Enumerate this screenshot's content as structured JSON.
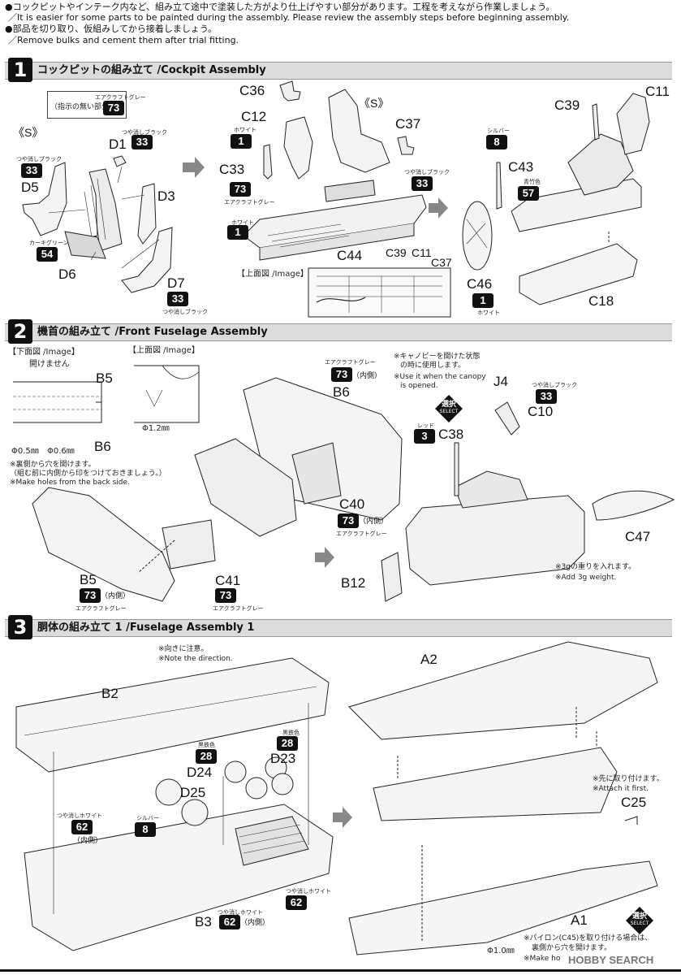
{
  "intro": {
    "line1": "●コックピットやインテーク内など、組み立て途中で塗装した方がより仕上げやすい部分があります。工程を考えながら作業しましょう。",
    "line2": "／It is easier for some parts to be painted during the assembly. Please review the assembly steps before beginning assembly.",
    "line3": "●部品を切り取り、仮組みしてから接着しましょう。",
    "line4": "／Remove bulks and cement them after trial fitting."
  },
  "steps": [
    {
      "num": "1",
      "title": "コックピットの組み立て /Cockpit Assembly"
    },
    {
      "num": "2",
      "title": "機首の組み立て /Front Fuselage Assembly"
    },
    {
      "num": "3",
      "title": "胴体の組み立て 1 /Fuselage Assembly 1"
    }
  ],
  "step1": {
    "default_color_caption": "エアクラフトグレー",
    "default_color_note": "（指示の無い部分）",
    "default_color_code": "73",
    "s_mark_left": "《S》",
    "s_mark_mid": "《S》",
    "parts": {
      "D1": "D1",
      "D3": "D3",
      "D5": "D5",
      "D6": "D6",
      "D7": "D7",
      "C36": "C36",
      "C12": "C12",
      "C33": "C33",
      "C37": "C37",
      "C44": "C44",
      "C39": "C39",
      "C11": "C11",
      "C43": "C43",
      "C46": "C46",
      "C18": "C18",
      "C39b": "C39",
      "C11b": "C11",
      "C37b": "C37"
    },
    "colors": {
      "d1_caption": "つや消しブラック",
      "d1_code": "33",
      "d5_caption": "つや消しブラック",
      "d5_code": "33",
      "d6_caption": "カーキグリーン",
      "d6_code": "54",
      "d7_caption": "つや消しブラック",
      "d7_code": "33",
      "c12_caption": "ホワイト",
      "c12_code": "1",
      "c33_caption": "エアクラフトグレー",
      "c33_code": "73",
      "c44_caption": "ホワイト",
      "c44_code": "1",
      "c37_caption": "つや消しブラック",
      "c37_code": "33",
      "c43_caption": "シルバー",
      "c43_code": "8",
      "c43b_caption": "青竹色",
      "c43b_code": "57",
      "c46_caption": "ホワイト",
      "c46_code": "1"
    },
    "image_label": "【上面図 /Image】"
  },
  "step2": {
    "bottom_view": "【下面図 /Image】",
    "no_open": "開けません",
    "top_view": "【上面図 /Image】",
    "hole1": "Φ0.5㎜",
    "hole2": "Φ0.6㎜",
    "hole3": "Φ1.2㎜",
    "note_jp1": "※裏側から穴を開けます。",
    "note_jp2": "（組む前に内側から印をつけておきましょう。）",
    "note_en": "※Make holes from the back side.",
    "canopy_jp1": "※キャノピーを開けた状態",
    "canopy_jp2": "の時に使用します。",
    "canopy_en1": "※Use it when the canopy",
    "canopy_en2": "is opened.",
    "select": "選択",
    "select_en": "SELECT",
    "weight_jp": "※3gの重りを入れます。",
    "weight_en": "※Add 3g weight.",
    "parts": {
      "B5a": "B5",
      "B6a": "B6",
      "B6": "B6",
      "J4": "J4",
      "C10": "C10",
      "C38": "C38",
      "C40": "C40",
      "B5": "B5",
      "C41": "C41",
      "B12": "B12",
      "C47": "C47"
    },
    "colors": {
      "b6_caption": "エアクラフトグレー",
      "b6_code": "73",
      "b6_note": "（内側）",
      "c10_caption": "つや消しブラック",
      "c10_code": "33",
      "c38_caption": "レッド",
      "c38_code": "3",
      "c40_caption": "エアクラフトグレー",
      "c40_code": "73",
      "c40_note": "（内側）",
      "b5_caption": "エアクラフトグレー",
      "b5_code": "73",
      "b5_note": "（内側）",
      "c41_caption": "エアクラフトグレー",
      "c41_code": "73"
    }
  },
  "step3": {
    "direction_jp": "※向きに注意。",
    "direction_en": "※Note the direction.",
    "attach_jp": "※先に取り付けます。",
    "attach_en": "※Attach it first.",
    "pylon_jp1": "※パイロン(C45)を取り付ける場合は、",
    "pylon_jp2": "裏側から穴を開けます。",
    "pylon_en": "※Make ho",
    "hole": "Φ1.0㎜",
    "select": "選択",
    "select_en": "SELECT",
    "parts": {
      "B2": "B2",
      "D24": "D24",
      "D23": "D23",
      "D25": "D25",
      "B3": "B3",
      "A2": "A2",
      "A1": "A1",
      "C25": "C25"
    },
    "colors": {
      "d24_caption": "黒鉄色",
      "d24_code": "28",
      "d23_caption": "黒鉄色",
      "d23_code": "28",
      "d25_caption": "シルバー",
      "d25_code": "8",
      "b2_caption": "つや消しホワイト",
      "b2_code": "62",
      "b2_note": "（内側）",
      "b3_caption": "つや消しホワイト",
      "b3_code": "62",
      "b3_note": "（内側）",
      "b3b_caption": "つや消しホワイト",
      "b3b_code": "62"
    }
  },
  "footer": {
    "logo": "HOBBY SEARCH"
  }
}
